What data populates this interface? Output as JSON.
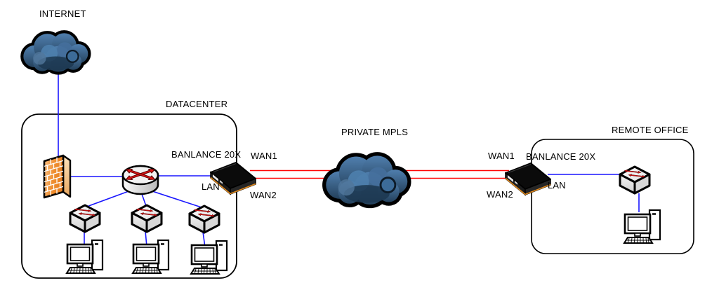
{
  "internet": {
    "label": "INTERNET"
  },
  "mpls": {
    "label": "PRIVATE MPLS"
  },
  "datacenter": {
    "label": "DATACENTER",
    "balance_label": "BANLANCE 20X",
    "lan_label": "LAN",
    "wan1_label": "WAN1",
    "wan2_label": "WAN2"
  },
  "remote_office": {
    "label": "REMOTE OFFICE",
    "balance_label": "BANLANCE 20X",
    "lan_label": "LAN",
    "wan1_label": "WAN1",
    "wan2_label": "WAN2"
  },
  "icons": {
    "internet": "cloud-icon",
    "mpls": "cloud-icon",
    "firewall": "firewall-brick-wall-icon",
    "router": "router-icon",
    "switch": "lan-switch-icon",
    "workstation": "desktop-computer-icon",
    "balance_appliance": "rack-appliance-icon"
  },
  "colors": {
    "lan_link": "#1a17ff",
    "wan_link": "#ff0505",
    "outline": "#000000",
    "cloud_light": "#507fae",
    "cloud_dark": "#24415c",
    "firewall_orange": "#ef9033",
    "appliance_accent": "#e2891c"
  }
}
